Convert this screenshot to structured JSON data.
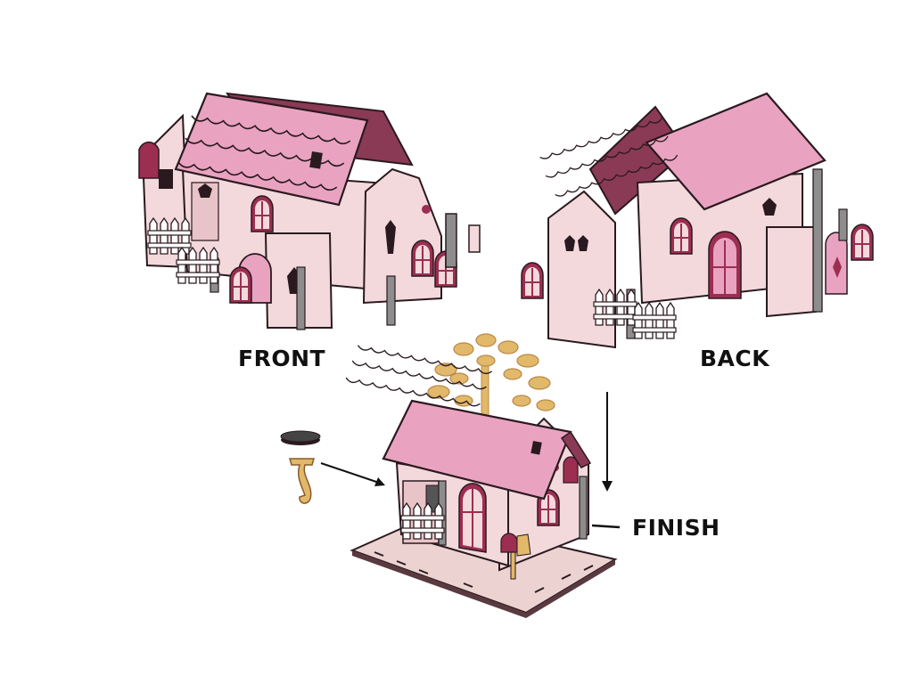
{
  "labels": {
    "front": "FRONT",
    "back": "BACK",
    "finish": "FINISH"
  },
  "colors": {
    "roof": "#e9a3c0",
    "roof_dark": "#8a3a55",
    "wall": "#f3d9dc",
    "wall_shade": "#e8c4c8",
    "window_frame": "#9c2e52",
    "outline": "#2a1a1f",
    "wood": "#e2b86a",
    "wood_dark": "#b8894a",
    "base": "#ecd2d0",
    "gray": "#8d8d8d"
  }
}
